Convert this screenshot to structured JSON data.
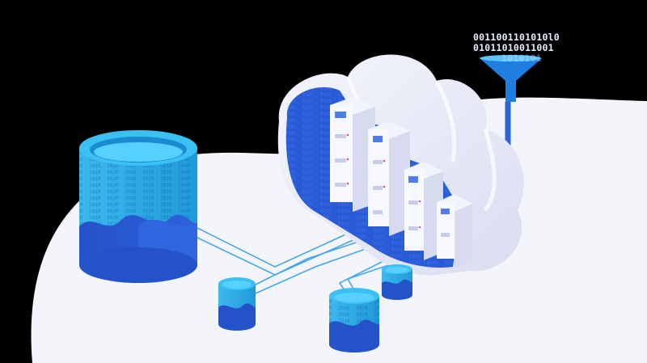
{
  "binary_stream": {
    "line1": "0011001101010l0",
    "line2": "01011010011001",
    "line3": "1010101"
  },
  "colors": {
    "background": "#000000",
    "ground": "#f4f5fb",
    "accent_blue": "#2a5bd7",
    "light_blue": "#39b6ec",
    "dark_blue": "#1e3f9e",
    "cloud": "#e8eaf6"
  },
  "icons": [
    "database-icon",
    "cloud-icon",
    "server-rack-icon",
    "funnel-icon"
  ]
}
